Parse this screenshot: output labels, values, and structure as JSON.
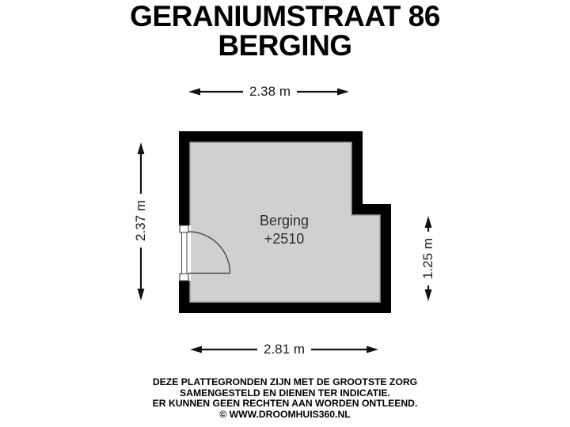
{
  "title": {
    "line1": "GERANIUMSTRAAT 86",
    "line2": "BERGING"
  },
  "floorplan": {
    "room": {
      "name": "Berging",
      "elevation": "+2510"
    },
    "dimensions": {
      "top": "2.38 m",
      "bottom": "2.81 m",
      "left": "2.37 m",
      "right": "1.25 m"
    },
    "colors": {
      "wall": "#000000",
      "floor_fill": "#d0d0d0",
      "floor_outline": "#9e9e9e",
      "door_lines": "#4a4a4a",
      "dimension_lines": "#111111",
      "background": "#ffffff"
    }
  },
  "footer": {
    "line1": "DEZE PLATTEGRONDEN ZIJN MET DE GROOTSTE ZORG",
    "line2": "SAMENGESTELD EN DIENEN TER INDICATIE.",
    "line3": "ER KUNNEN GEEN RECHTEN AAN WORDEN ONTLEEND.",
    "line4": "© WWW.DROOMHUIS360.NL"
  }
}
